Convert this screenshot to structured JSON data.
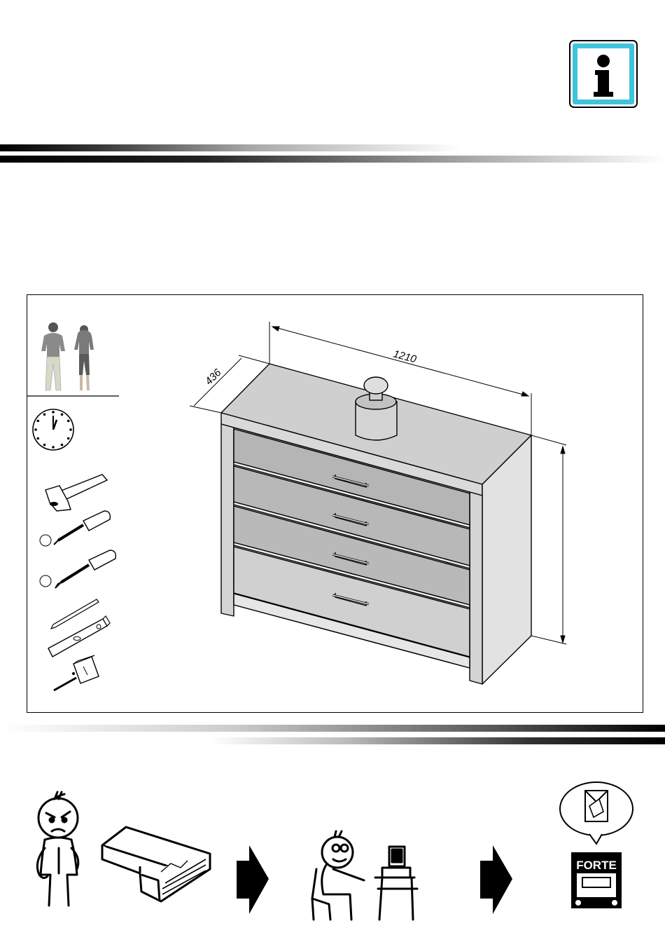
{
  "header": {
    "info_icon": "info-icon"
  },
  "product": {
    "width_dimension": "1210",
    "depth_dimension": "436",
    "height_dimension": ""
  },
  "requirements": {
    "people_icon": "two-persons-icon",
    "time_icon": "clock-icon",
    "tools": [
      "hammer-icon",
      "flat-screwdriver-icon",
      "phillips-screwdriver-icon",
      "pencil-icon",
      "spirit-level-icon",
      "tape-measure-icon"
    ]
  },
  "footer": {
    "brand": "FORTE"
  }
}
